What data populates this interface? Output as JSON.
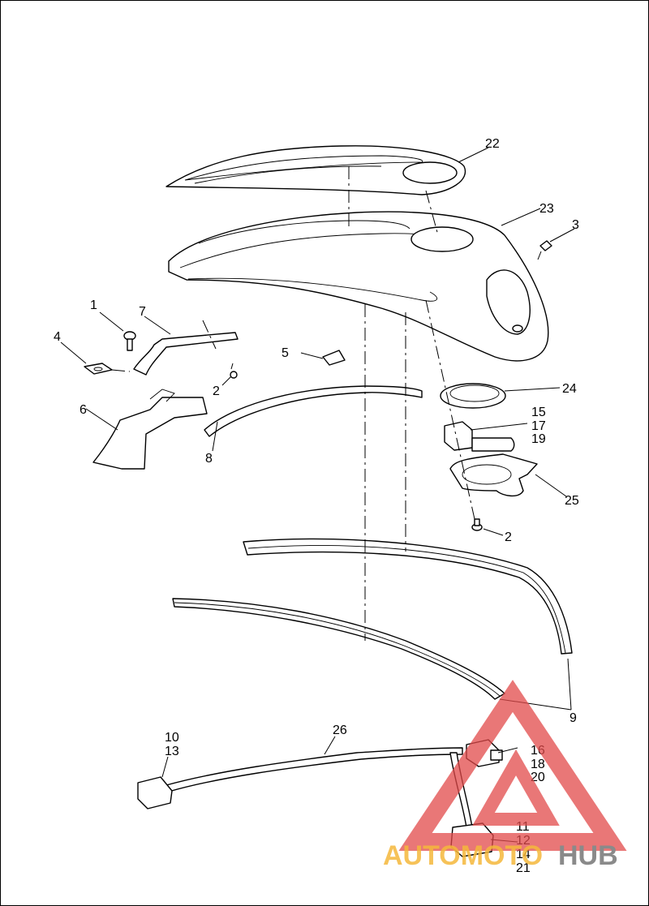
{
  "callouts": {
    "c1": "1",
    "c2a": "2",
    "c2b": "2",
    "c3": "3",
    "c4": "4",
    "c5": "5",
    "c6": "6",
    "c7": "7",
    "c8": "8",
    "c9": "9",
    "c10": "10",
    "c11": "11",
    "c12": "12",
    "c13": "13",
    "c14": "14",
    "c15": "15",
    "c16": "16",
    "c17": "17",
    "c18": "18",
    "c19": "19",
    "c20": "20",
    "c21": "21",
    "c22": "22",
    "c23": "23",
    "c24": "24",
    "c25": "25",
    "c26": "26"
  },
  "watermark": {
    "text_a": "AUTOMOTO",
    "text_b": "HUB",
    "color_red": "#e24a4a",
    "color_gray": "#8a8a8a",
    "color_orange": "#f5b73b"
  }
}
